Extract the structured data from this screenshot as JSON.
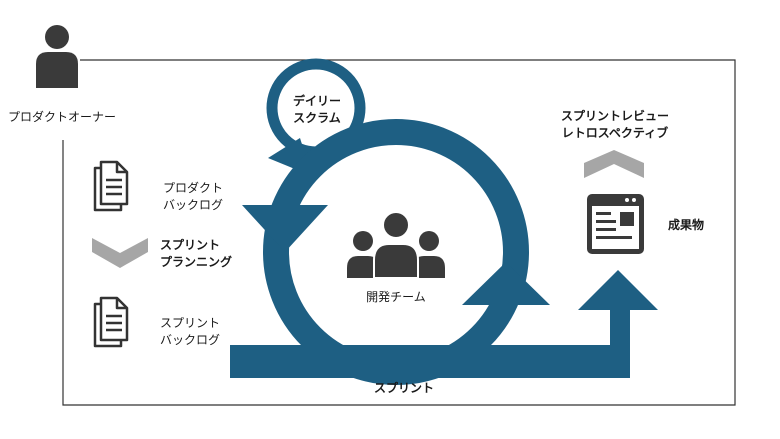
{
  "owner": {
    "label": "プロダクトオーナー",
    "icon": "person-icon"
  },
  "product_backlog": {
    "line1": "プロダクト",
    "line2": "バックログ",
    "icon": "document-stack-icon"
  },
  "sprint_planning": {
    "line1": "スプリント",
    "line2": "プランニング",
    "icon": "chevron-down-icon"
  },
  "sprint_backlog": {
    "line1": "スプリント",
    "line2": "バックログ",
    "icon": "document-stack-icon"
  },
  "daily_scrum": {
    "line1": "デイリー",
    "line2": "スクラム"
  },
  "dev_team": {
    "label": "開発チーム",
    "icon": "team-icon"
  },
  "sprint": {
    "label": "スプリント"
  },
  "review": {
    "line1": "スプリントレビュー",
    "line2": "レトロスペクティブ",
    "icon": "chevron-up-icon"
  },
  "deliverable": {
    "label": "成果物",
    "icon": "browser-window-icon"
  },
  "colors": {
    "cycle": "#1e5f83",
    "icon": "#3a3a3a",
    "chevron": "#a6a6a6",
    "frame": "#333333"
  }
}
